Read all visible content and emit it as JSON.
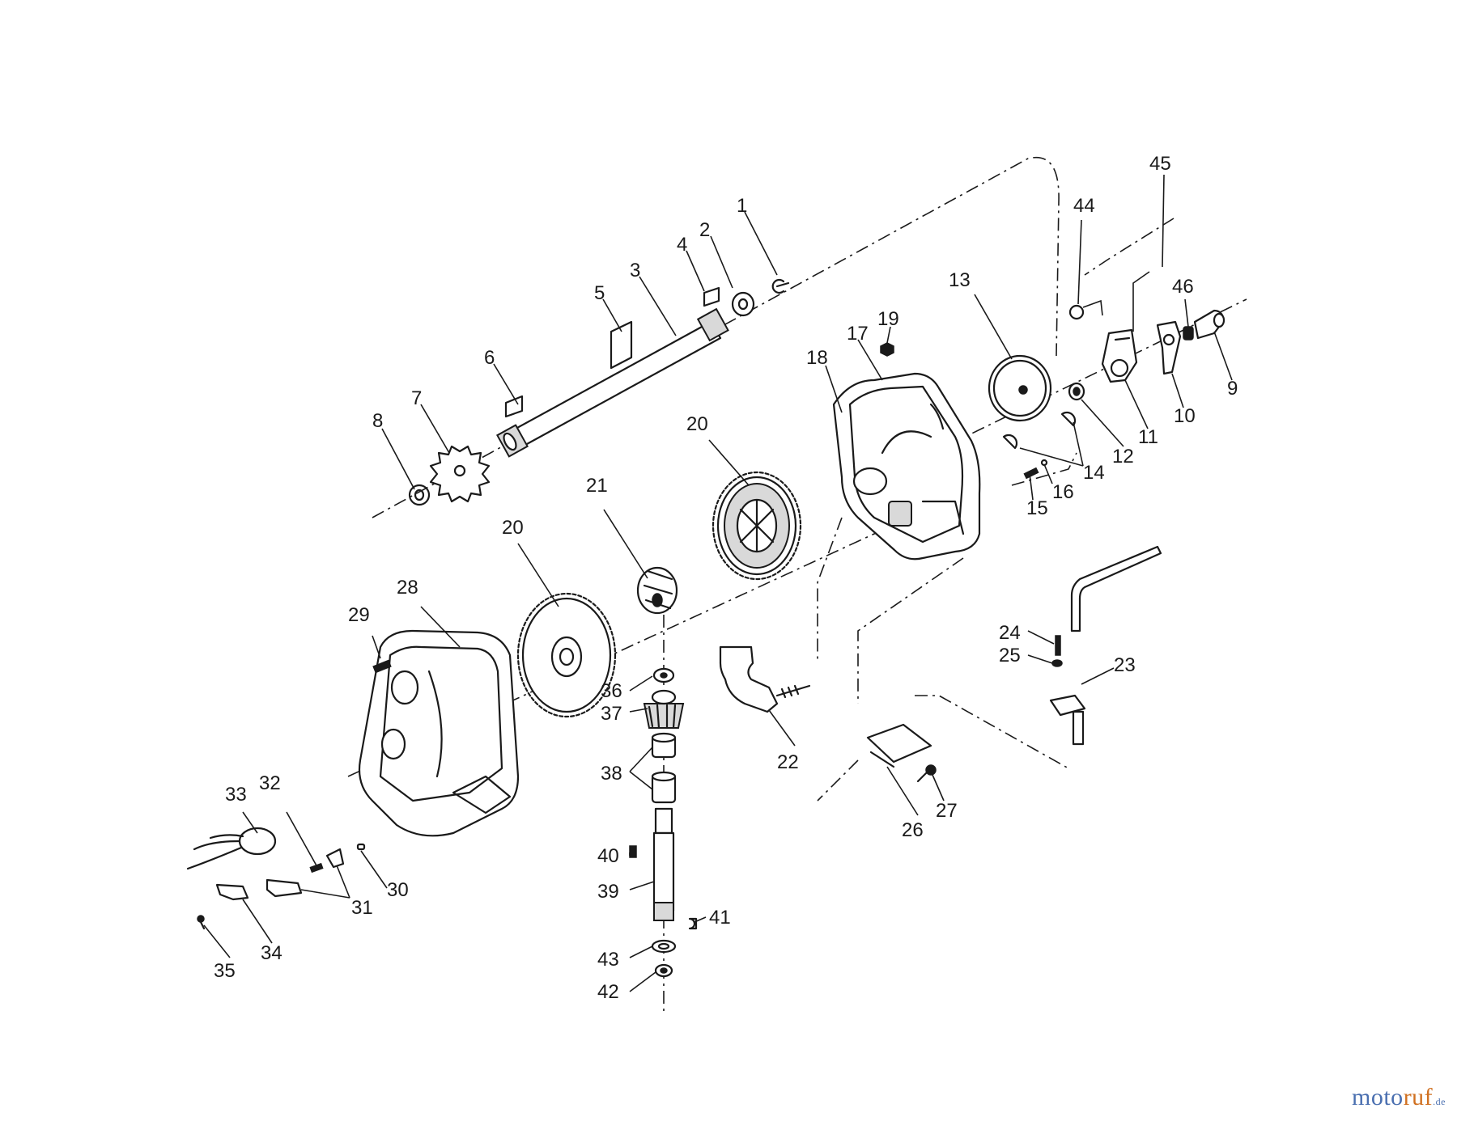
{
  "callouts": [
    "1",
    "2",
    "3",
    "4",
    "5",
    "6",
    "7",
    "8",
    "9",
    "10",
    "11",
    "12",
    "13",
    "14",
    "15",
    "16",
    "17",
    "18",
    "19",
    "20",
    "21",
    "22",
    "23",
    "24",
    "25",
    "26",
    "27",
    "28",
    "29",
    "30",
    "31",
    "32",
    "33",
    "34",
    "35",
    "36",
    "37",
    "38",
    "39",
    "40",
    "41",
    "42",
    "43",
    "44",
    "45",
    "46"
  ],
  "watermark": {
    "part1": "moto",
    "part2": "ruf",
    "part3": ".de"
  },
  "colors": {
    "ink": "#1a1a1a",
    "watermark_blue": "#4a6fb0",
    "watermark_orange": "#d07020"
  }
}
